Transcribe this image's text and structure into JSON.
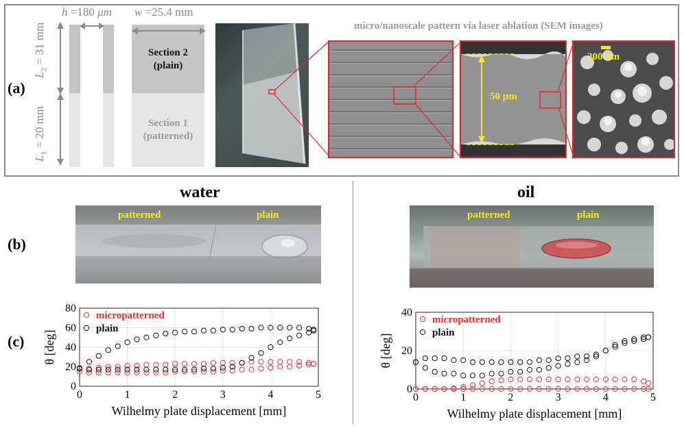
{
  "panel_labels": {
    "a": "(a)",
    "b": "(b)",
    "c": "(c)"
  },
  "dimensions": {
    "h": "=180",
    "h_unit": "μm",
    "w": "=25.4 mm",
    "L2_sub": "2",
    "L2_val": "= 31 mm",
    "L1_sub": "1",
    "L1_val": "= 20 mm"
  },
  "sections": {
    "section2_line1": "Section 2",
    "section2_line2": "(plain)",
    "section1_line1": "Section 1",
    "section1_line2": "(patterned)"
  },
  "sem": {
    "title": "micro/nanoscale pattern via laser ablation (SEM images)",
    "scale_50": "50 μm",
    "scale_200": "200 nm"
  },
  "headings": {
    "water": "water",
    "oil": "oil"
  },
  "photo_labels": {
    "water_patterned": "patterned",
    "water_plain": "plain",
    "oil_patterned": "patterned",
    "oil_plain": "plain"
  },
  "colors": {
    "micro": "#e8302f",
    "plain": "#111111",
    "frame": "#8c8c8c",
    "sem_red": "#e0262b",
    "label_yellow": "#f4ea1a"
  },
  "chart_data": [
    {
      "type": "scatter",
      "title": "water",
      "xlabel": "Wilhelmy plate displacement [mm]",
      "ylabel": "θ [deg]",
      "xlim": [
        0,
        5
      ],
      "ylim": [
        0,
        80
      ],
      "xticks": [
        0,
        1,
        2,
        3,
        4,
        5
      ],
      "yticks": [
        0,
        20,
        40,
        60,
        80
      ],
      "grid": true,
      "legend": "top-left",
      "series": [
        {
          "name": "micropatterned",
          "color": "#e8302f",
          "x": [
            0.0,
            0.2,
            0.4,
            0.6,
            0.8,
            1.0,
            1.2,
            1.4,
            1.6,
            1.8,
            2.0,
            2.2,
            2.4,
            2.6,
            2.8,
            3.0,
            3.2,
            3.4,
            3.6,
            3.8,
            4.0,
            4.2,
            4.4,
            4.6,
            4.8,
            4.9,
            0.0,
            0.2,
            0.4,
            0.6,
            0.8,
            1.0,
            1.2,
            1.4,
            1.6,
            1.8,
            2.0,
            2.2,
            2.4,
            2.6,
            2.8,
            3.0,
            3.2,
            3.4,
            3.6,
            3.8,
            4.0,
            4.2,
            4.4,
            4.6,
            4.8,
            4.9
          ],
          "y": [
            15,
            14,
            14,
            14,
            14,
            14,
            14,
            14,
            14,
            14,
            15,
            15,
            15,
            15,
            15,
            16,
            16,
            17,
            17,
            18,
            19,
            20,
            20,
            21,
            22,
            23,
            19,
            18,
            19,
            20,
            20,
            21,
            21,
            22,
            22,
            22,
            23,
            23,
            23,
            23,
            24,
            24,
            24,
            24,
            25,
            25,
            25,
            25,
            25,
            25,
            24,
            23
          ]
        },
        {
          "name": "plain",
          "color": "#111111",
          "x": [
            0.0,
            0.2,
            0.4,
            0.6,
            0.8,
            1.0,
            1.2,
            1.4,
            1.6,
            1.8,
            2.0,
            2.2,
            2.4,
            2.6,
            2.8,
            3.0,
            3.2,
            3.4,
            3.6,
            3.8,
            4.0,
            4.2,
            4.4,
            4.6,
            4.8,
            4.9,
            0.0,
            0.2,
            0.4,
            0.6,
            0.8,
            1.0,
            1.2,
            1.4,
            1.6,
            1.8,
            2.0,
            2.2,
            2.4,
            2.6,
            2.8,
            3.0,
            3.2,
            3.4,
            3.6,
            3.8,
            4.0,
            4.2,
            4.4,
            4.6,
            4.8,
            4.9
          ],
          "y": [
            18,
            25,
            31,
            37,
            41,
            45,
            48,
            50,
            52,
            54,
            55,
            56,
            56,
            57,
            57,
            58,
            58,
            59,
            59,
            60,
            60,
            60,
            60,
            60,
            59,
            58,
            18,
            17,
            17,
            17,
            17,
            17,
            17,
            17,
            17,
            17,
            17,
            17,
            17,
            18,
            18,
            19,
            20,
            24,
            29,
            34,
            40,
            45,
            49,
            52,
            55,
            57
          ]
        }
      ]
    },
    {
      "type": "scatter",
      "title": "oil",
      "xlabel": "Wilhelmy plate displacement [mm]",
      "ylabel": "θ [deg]",
      "xlim": [
        0,
        5
      ],
      "ylim": [
        0,
        40
      ],
      "xticks": [
        0,
        1,
        2,
        3,
        4,
        5
      ],
      "yticks": [
        0,
        20,
        40
      ],
      "grid": true,
      "legend": "top-left",
      "series": [
        {
          "name": "micropatterned",
          "color": "#e8302f",
          "x": [
            0.0,
            0.2,
            0.4,
            0.6,
            0.8,
            1.0,
            1.2,
            1.4,
            1.6,
            1.8,
            2.0,
            2.2,
            2.4,
            2.6,
            2.8,
            3.0,
            3.2,
            3.4,
            3.6,
            3.8,
            4.0,
            4.2,
            4.4,
            4.6,
            4.8,
            4.9,
            0.0,
            0.2,
            0.4,
            0.6,
            0.8,
            1.0,
            1.2,
            1.4,
            1.6,
            1.8,
            2.0,
            2.2,
            2.4,
            2.6,
            2.8,
            3.0,
            3.2,
            3.4,
            3.6,
            3.8,
            4.0,
            4.2,
            4.4,
            4.6,
            4.8,
            4.9
          ],
          "y": [
            0,
            0,
            0,
            0,
            0,
            0,
            0,
            0,
            0,
            0,
            0,
            0,
            0,
            0,
            0,
            0,
            0,
            0,
            0,
            0,
            0,
            0,
            0,
            0,
            0,
            0,
            0,
            0,
            0,
            0,
            0.3,
            1,
            2,
            3,
            4,
            4.5,
            5,
            5,
            5,
            5,
            5,
            5,
            5,
            5,
            5,
            5,
            5,
            5,
            5,
            5,
            4,
            3
          ]
        },
        {
          "name": "plain",
          "color": "#111111",
          "x": [
            0.0,
            0.2,
            0.4,
            0.6,
            0.8,
            1.0,
            1.2,
            1.4,
            1.6,
            1.8,
            2.0,
            2.2,
            2.4,
            2.6,
            2.8,
            3.0,
            3.2,
            3.4,
            3.6,
            3.8,
            4.0,
            4.2,
            4.4,
            4.6,
            4.8,
            4.9,
            0.0,
            0.2,
            0.4,
            0.6,
            0.8,
            1.0,
            1.2,
            1.4,
            1.6,
            1.8,
            2.0,
            2.2,
            2.4,
            2.6,
            2.8,
            3.0,
            3.2,
            3.4,
            3.6,
            3.8,
            4.0,
            4.2,
            4.4,
            4.6,
            4.8,
            4.9
          ],
          "y": [
            14,
            16,
            16,
            16,
            15,
            15,
            14,
            14,
            14,
            14,
            14,
            14,
            14,
            15,
            15,
            16,
            16,
            17,
            17,
            18,
            20,
            22,
            24,
            25,
            26,
            27,
            14,
            11,
            9,
            8,
            8,
            7,
            7,
            7,
            8,
            8,
            9,
            9,
            10,
            10,
            11,
            12,
            13,
            14,
            15,
            17,
            20,
            23,
            25,
            26,
            27,
            27
          ]
        }
      ]
    }
  ]
}
